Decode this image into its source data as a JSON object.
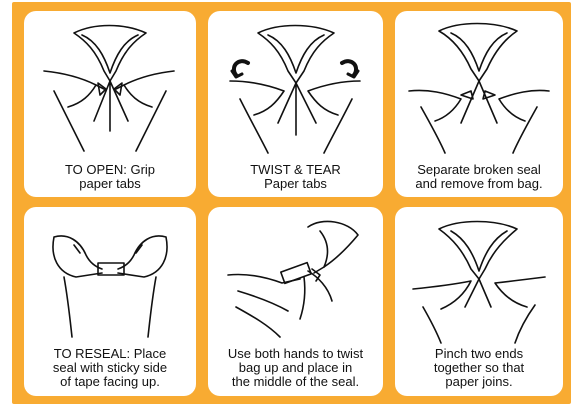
{
  "panels": [
    {
      "id": "grip",
      "lines": [
        "TO OPEN: Grip",
        "paper tabs"
      ]
    },
    {
      "id": "twist",
      "lines": [
        "TWIST & TEAR",
        "Paper tabs"
      ]
    },
    {
      "id": "separate",
      "lines": [
        "Separate broken seal",
        "and remove from bag."
      ]
    },
    {
      "id": "reseal",
      "lines": [
        "TO RESEAL: Place",
        "seal with sticky side",
        "of tape facing up."
      ]
    },
    {
      "id": "place",
      "lines": [
        "Use both hands to twist",
        "bag up and place in",
        "the middle of the seal."
      ]
    },
    {
      "id": "pinch",
      "lines": [
        "Pinch two ends",
        "together so that",
        "paper joins."
      ]
    }
  ],
  "colors": {
    "frame": "#f8ab32",
    "panel": "#ffffff",
    "ink": "#111111"
  }
}
